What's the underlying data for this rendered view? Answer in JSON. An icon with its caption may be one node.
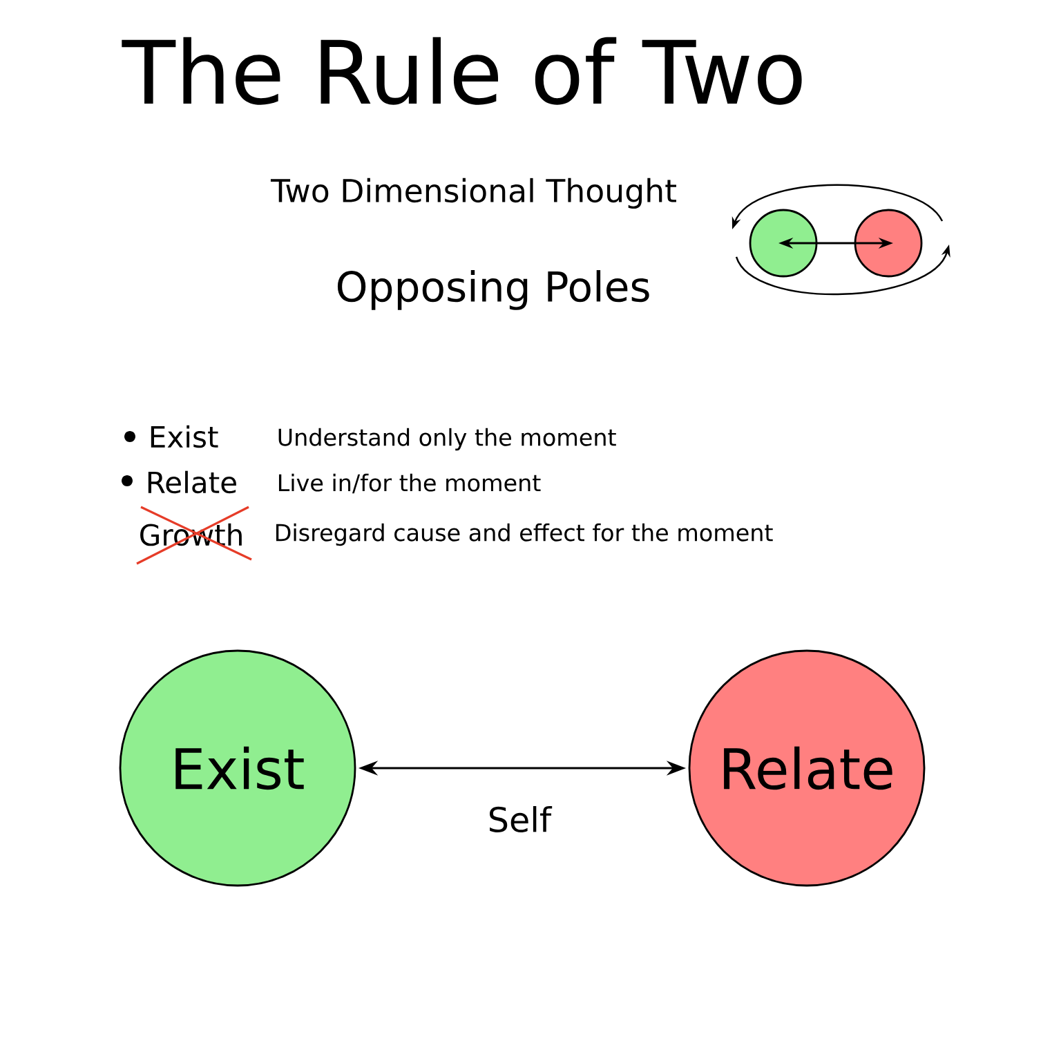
{
  "diagram": {
    "title": "The Rule of Two",
    "nodes": [
      {
        "text": [],
        "shape": "circle"
      },
      {
        "text": [],
        "shape": "circle"
      },
      {
        "text": [
          "Exist"
        ]
      },
      {
        "text": [
          "Relate"
        ]
      }
    ],
    "edges": [
      {
        "from": 0,
        "to": 1,
        "arrow": "both"
      },
      {
        "from": 2,
        "to": 3,
        "arrow": "both",
        "label": "Self"
      }
    ],
    "labels": [
      "Two Dimensional Thought",
      "Opposing Poles",
      "Exist",
      "Understand only the moment",
      "Relate",
      "Live in/for the moment",
      "Growth",
      "Disregard cause and effect for the moment"
    ]
  }
}
